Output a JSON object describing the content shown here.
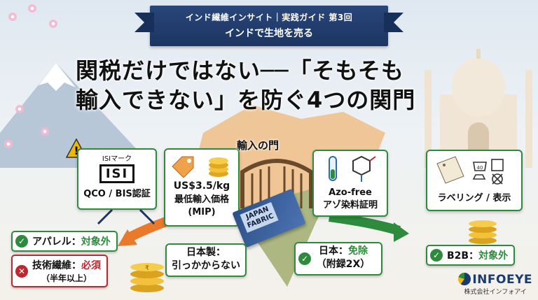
{
  "banner": {
    "line1": "インド繊維インサイト｜実践ガイド 第3回",
    "line2": "インドで生地を売る"
  },
  "title": {
    "line1": "関税だけではない──「そもそも",
    "line2": "輸入できない」を防ぐ4つの関門"
  },
  "gate": {
    "label": "輸入の門"
  },
  "cards": {
    "isi": {
      "mark_text": "ISIマーク",
      "logo_text": "ISI",
      "label": "QCO / BIS認証"
    },
    "mip": {
      "price": "US$3.5/kg",
      "label_l2": "最低輸入価格",
      "label_l3": "(MIP)"
    },
    "azo": {
      "label_l1": "Azo-free",
      "label_l2": "アゾ染料証明"
    },
    "label": {
      "label": "ラベリング / 表示"
    }
  },
  "outcomes": {
    "apparel": {
      "prefix": "アパレル：",
      "value": "対象外"
    },
    "technical": {
      "prefix": "技術繊維：",
      "value": "必須",
      "note": "（半年以上）"
    },
    "japan_made": {
      "l1": "日本製：",
      "l2": "引っかからない"
    },
    "japan_exempt": {
      "prefix": "日本：",
      "value": "免除",
      "note": "（附録2X）"
    },
    "b2b": {
      "prefix": "B2B：",
      "value": "対象外"
    }
  },
  "fabric": {
    "l1": "JAPAN",
    "l2": "FABRIC"
  },
  "logo": {
    "name": "INFOEYE",
    "sub": "株式会社インフォアイ"
  },
  "colors": {
    "navy": "#1c3562",
    "green": "#2e8b3d",
    "red": "#c0262d",
    "orange": "#e9792b"
  }
}
